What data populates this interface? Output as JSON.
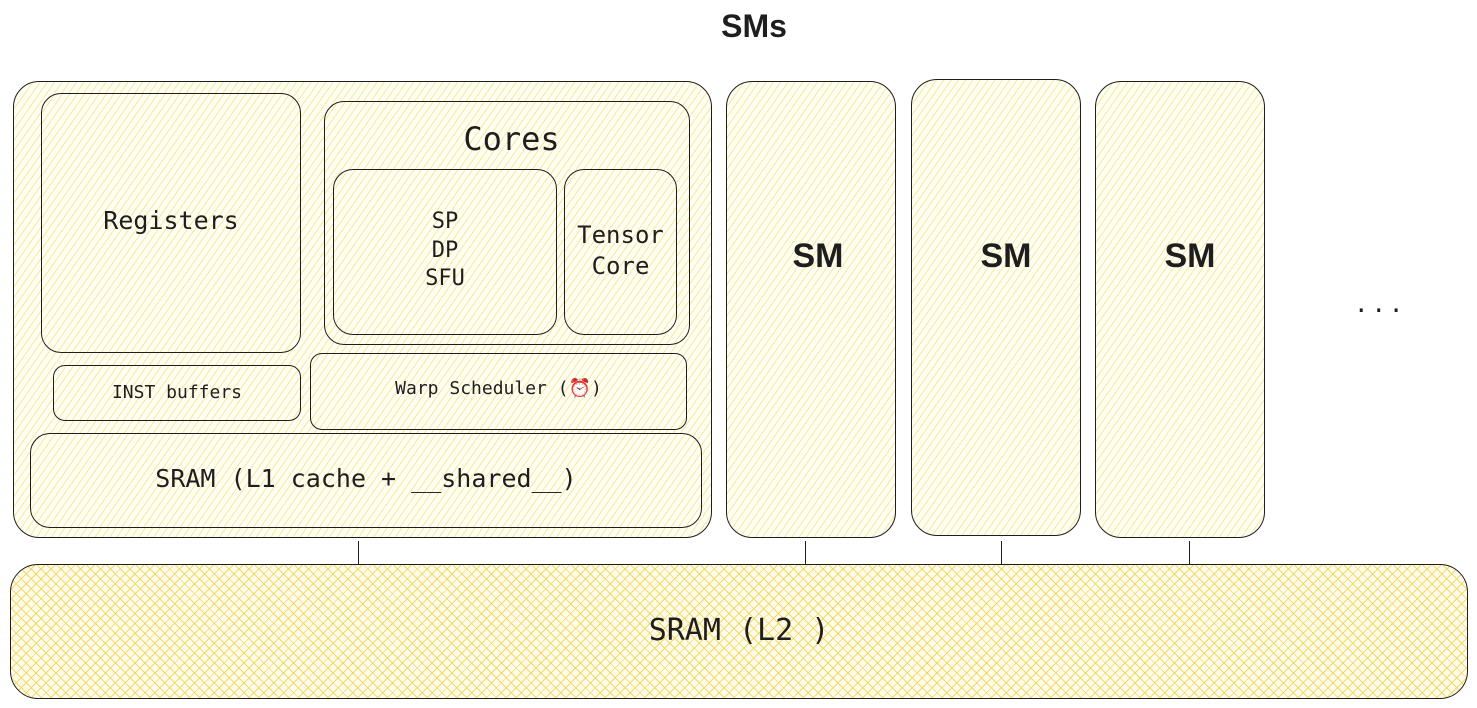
{
  "title": "SMs",
  "sm_detail": {
    "registers_label": "Registers",
    "cores": {
      "title": "Cores",
      "units_label": "SP\nDP\nSFU",
      "tensor_label": "Tensor\nCore"
    },
    "inst_buffers_label": "INST buffers",
    "warp_scheduler_label": "Warp Scheduler (⏰)",
    "l1_label": "SRAM (L1 cache + __shared__)"
  },
  "sm_blocks": [
    "SM",
    "SM",
    "SM"
  ],
  "ellipsis": "...",
  "l2_label": "SRAM (L2 )",
  "colors": {
    "hatch": "#f0d65a",
    "stroke": "#1e1e1e"
  }
}
